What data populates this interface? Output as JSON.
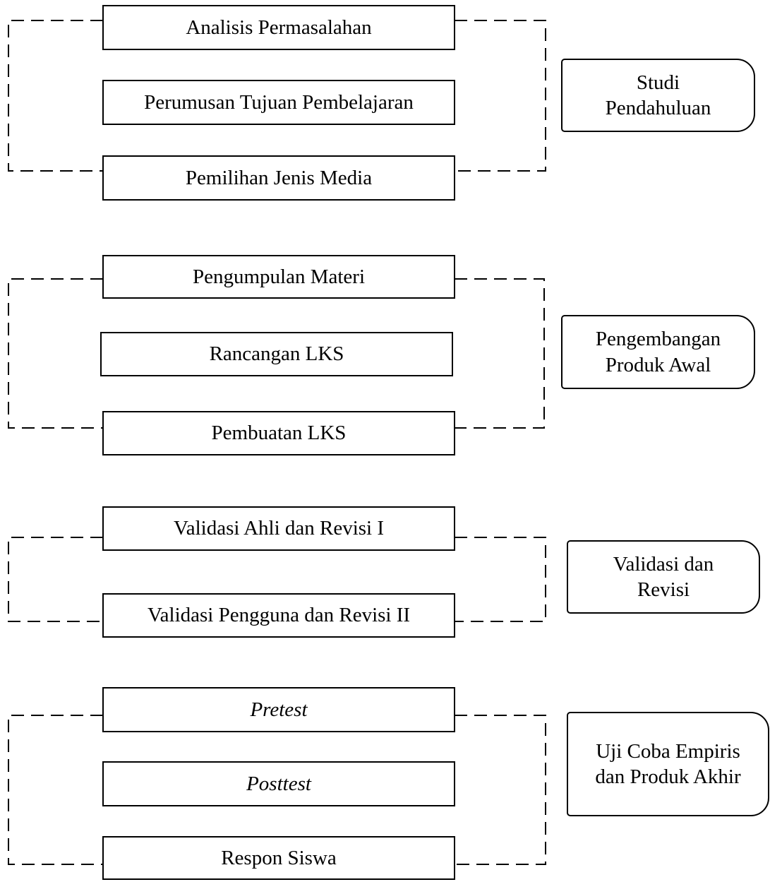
{
  "stages": [
    {
      "label": "Studi\nPendahuluan",
      "steps": [
        "Analisis Permasalahan",
        "Perumusan Tujuan Pembelajaran",
        "Pemilihan Jenis Media"
      ]
    },
    {
      "label": "Pengembangan\nProduk Awal",
      "steps": [
        "Pengumpulan Materi",
        "Rancangan LKS",
        "Pembuatan LKS"
      ]
    },
    {
      "label": "Validasi dan\nRevisi",
      "steps": [
        "Validasi Ahli dan Revisi I",
        "Validasi Pengguna dan Revisi II"
      ]
    },
    {
      "label": "Uji Coba Empiris\ndan Produk Akhir",
      "steps": [
        "Pretest",
        "Posttest",
        "Respon Siswa"
      ]
    }
  ]
}
